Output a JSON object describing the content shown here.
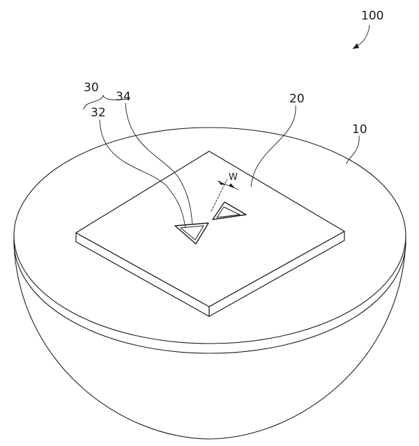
{
  "labels": {
    "device": "100",
    "base": "10",
    "plate": "20",
    "antenna_group": "30",
    "element_a": "32",
    "element_b": "34",
    "gap": "W"
  }
}
